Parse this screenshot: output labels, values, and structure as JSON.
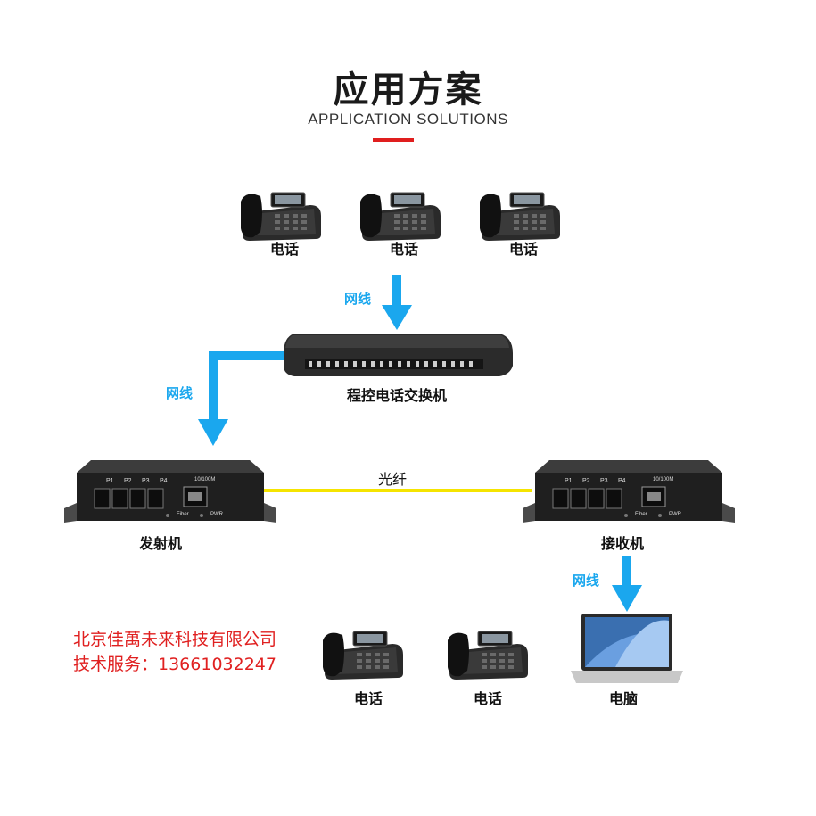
{
  "header": {
    "title_cn": "应用方案",
    "title_en": "APPLICATION SOLUTIONS"
  },
  "nodes": {
    "phone_top_1": "电话",
    "phone_top_2": "电话",
    "phone_top_3": "电话",
    "pbx": "程控电话交换机",
    "transmitter": "发射机",
    "receiver": "接收机",
    "phone_bottom_1": "电话",
    "phone_bottom_2": "电话",
    "computer": "电脑"
  },
  "links": {
    "cable_top": "网线",
    "cable_left": "网线",
    "fiber": "光纤",
    "cable_right": "网线"
  },
  "device_panel": {
    "ports": [
      "P1",
      "P2",
      "P3",
      "P4"
    ],
    "eth_label": "10/100M",
    "fiber_label": "Fiber",
    "pwr_label": "PWR"
  },
  "company": {
    "name": "北京佳萬未来科技有限公司",
    "service": "技术服务：13661032247"
  },
  "colors": {
    "accent_red": "#e01e1e",
    "arrow_blue": "#1aa7ee",
    "fiber_yellow": "#f5e400",
    "device_dark": "#222222"
  }
}
